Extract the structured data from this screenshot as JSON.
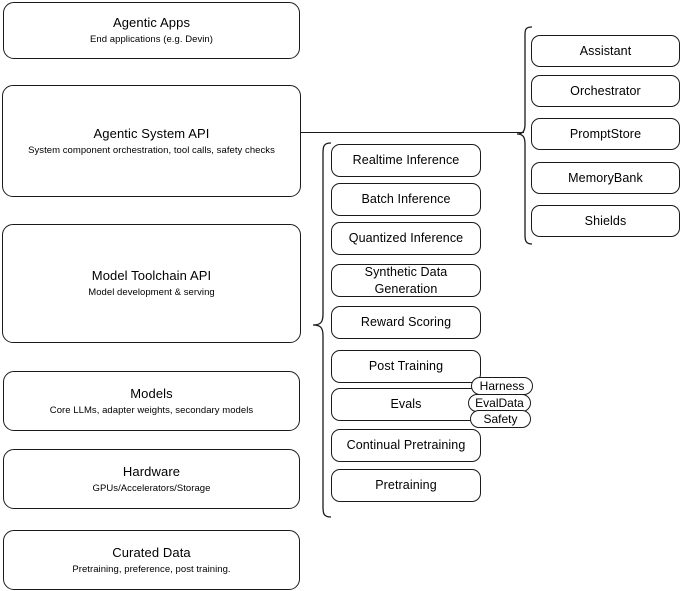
{
  "diagram": {
    "title": "AI stack layered architecture diagram",
    "line_color": "#1a1a1a",
    "box_fill": "#ffffff"
  },
  "stack": {
    "layers": [
      {
        "name": "agentic-apps",
        "title": "Agentic Apps",
        "subtitle": "End applications (e.g. Devin)"
      },
      {
        "name": "agentic-system-api",
        "title": "Agentic System API",
        "subtitle": "System component orchestration, tool calls, safety checks"
      },
      {
        "name": "model-toolchain-api",
        "title": "Model Toolchain API",
        "subtitle": "Model development & serving"
      },
      {
        "name": "models",
        "title": "Models",
        "subtitle": "Core LLMs, adapter weights, secondary models"
      },
      {
        "name": "hardware",
        "title": "Hardware",
        "subtitle": "GPUs/Accelerators/Storage"
      },
      {
        "name": "curated-data",
        "title": "Curated Data",
        "subtitle": "Pretraining, preference, post training."
      }
    ]
  },
  "toolchain_column": {
    "items": [
      {
        "label": "Realtime Inference"
      },
      {
        "label": "Batch Inference"
      },
      {
        "label": "Quantized Inference"
      },
      {
        "label": "Synthetic Data Generation"
      },
      {
        "label": "Reward Scoring"
      },
      {
        "label": "Post Training"
      },
      {
        "label": "Evals"
      },
      {
        "label": "Continual Pretraining"
      },
      {
        "label": "Pretraining"
      }
    ]
  },
  "system_column": {
    "items": [
      {
        "label": "Assistant"
      },
      {
        "label": "Orchestrator"
      },
      {
        "label": "PromptStore"
      },
      {
        "label": "MemoryBank"
      },
      {
        "label": "Shields"
      }
    ]
  },
  "evals_pills": {
    "items": [
      {
        "label": "Harness"
      },
      {
        "label": "EvalData"
      },
      {
        "label": "Safety"
      }
    ]
  }
}
